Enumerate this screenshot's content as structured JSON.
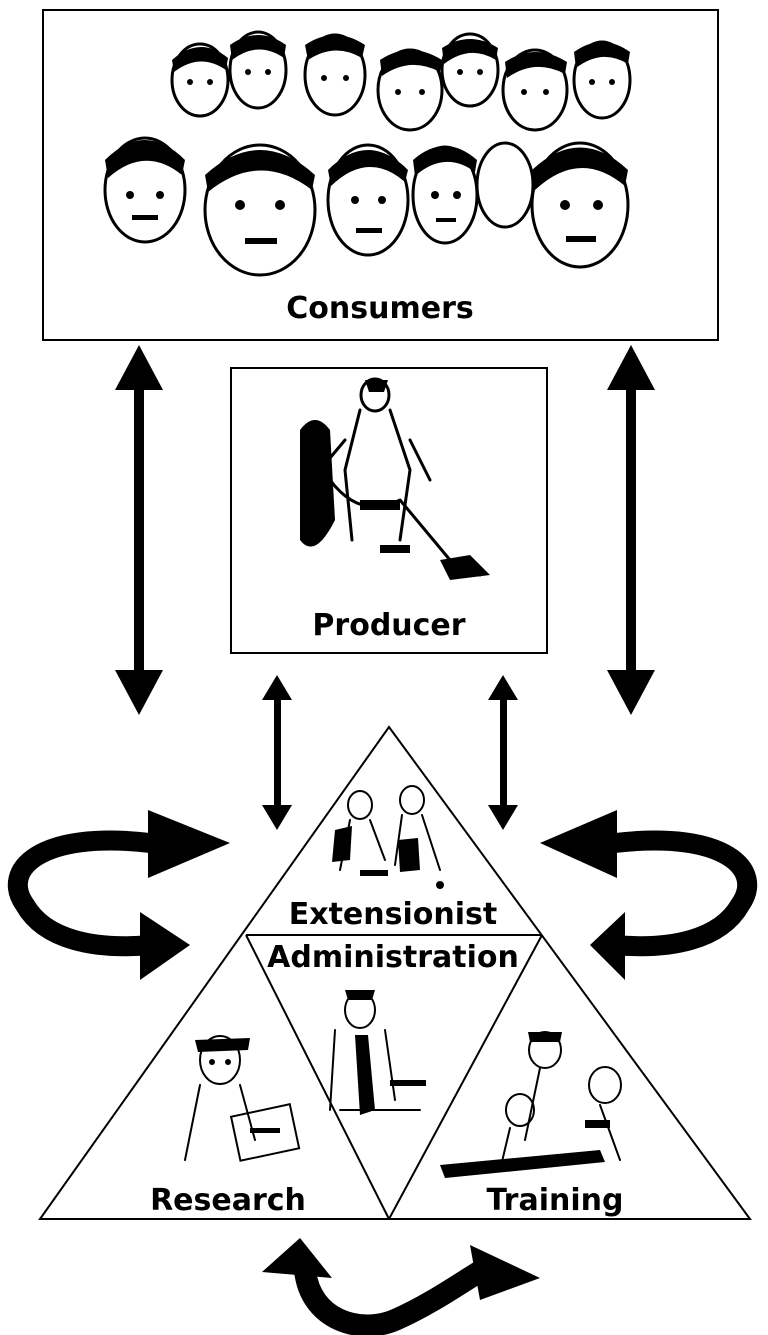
{
  "labels": {
    "consumers": "Consumers",
    "producer": "Producer",
    "extensionist": "Extensionist",
    "administration": "Administration",
    "research": "Research",
    "training": "Training"
  },
  "colors": {
    "ink": "#000000",
    "background": "#ffffff"
  },
  "icons": [
    "consumers-crowd-illustration",
    "producer-farmer-illustration",
    "extensionist-illustration",
    "administration-official-illustration",
    "research-scientist-illustration",
    "training-group-illustration"
  ]
}
